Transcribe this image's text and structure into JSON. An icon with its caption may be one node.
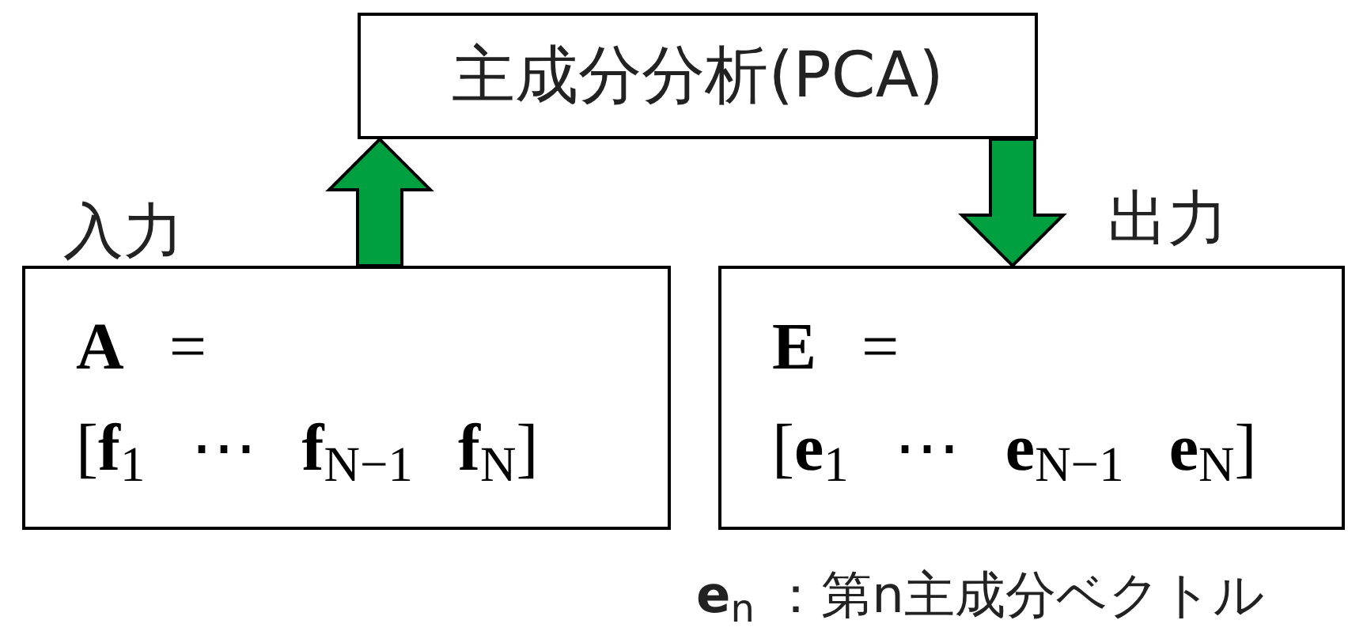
{
  "diagram": {
    "nodes": [
      {
        "text": [
          "主成分分析(PCA)"
        ]
      },
      {
        "text": [
          "**A** =",
          "[**f**$_{1}$ ⋯ **f**$_{N−1}$ **f**$_{N}$]"
        ],
        "beside": [
          "入力"
        ]
      },
      {
        "text": [
          "**E** =",
          "[**e**$_{1}$ ⋯ **e**$_{N−1}$ **e**$_{N}$]"
        ],
        "beside": [
          "出力"
        ]
      }
    ],
    "edges": [
      {
        "from": 1,
        "to": 0,
        "arrow": "to"
      },
      {
        "from": 0,
        "to": 2,
        "arrow": "to"
      }
    ],
    "labels": [
      "**e**$_{n}$ ：第n主成分ベクトル"
    ]
  }
}
